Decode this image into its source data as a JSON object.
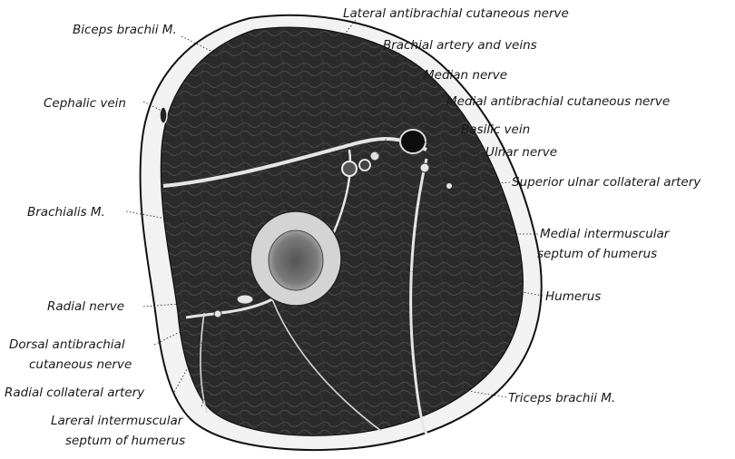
{
  "labels": {
    "biceps_brachii": "Biceps brachii M.",
    "lateral_antebrachial_cutaneous_nerve": "Lateral antibrachial cutaneous nerve",
    "brachial_artery_and_veins": "Brachial artery and veins",
    "median_nerve": "Median nerve",
    "cephalic_vein": "Cephalic vein",
    "medial_antebrachial_cutaneous_nerve": "Medial antibrachial cutaneous nerve",
    "basilic_vein": "Basilic vein",
    "ulnar_nerve": "Ulnar nerve",
    "superior_ulnar_collateral_artery": "Superior ulnar collateral artery",
    "brachialis": "Brachialis M.",
    "medial_intermuscular_septum_line1": "Medial intermuscular",
    "medial_intermuscular_septum_line2": "septum of humerus",
    "radial_nerve": "Radial nerve",
    "humerus": "Humerus",
    "dorsal_antebrachial_cutaneous_nerve_line1": "Dorsal antibrachial",
    "dorsal_antebrachial_cutaneous_nerve_line2": "cutaneous nerve",
    "radial_collateral_artery": "Radial collateral artery",
    "triceps_brachii": "Triceps brachii M.",
    "lateral_intermuscular_septum_line1": "Lareral intermuscular",
    "lateral_intermuscular_septum_line2": "septum of humerus"
  },
  "colors": {
    "muscle": "#2b2b2b",
    "fascia": "#e6e6e6",
    "skin": "#111111",
    "bone_cortex": "#d0d0d0",
    "marrow": "#6e6e6e",
    "vessel": "#0d0d0d"
  }
}
